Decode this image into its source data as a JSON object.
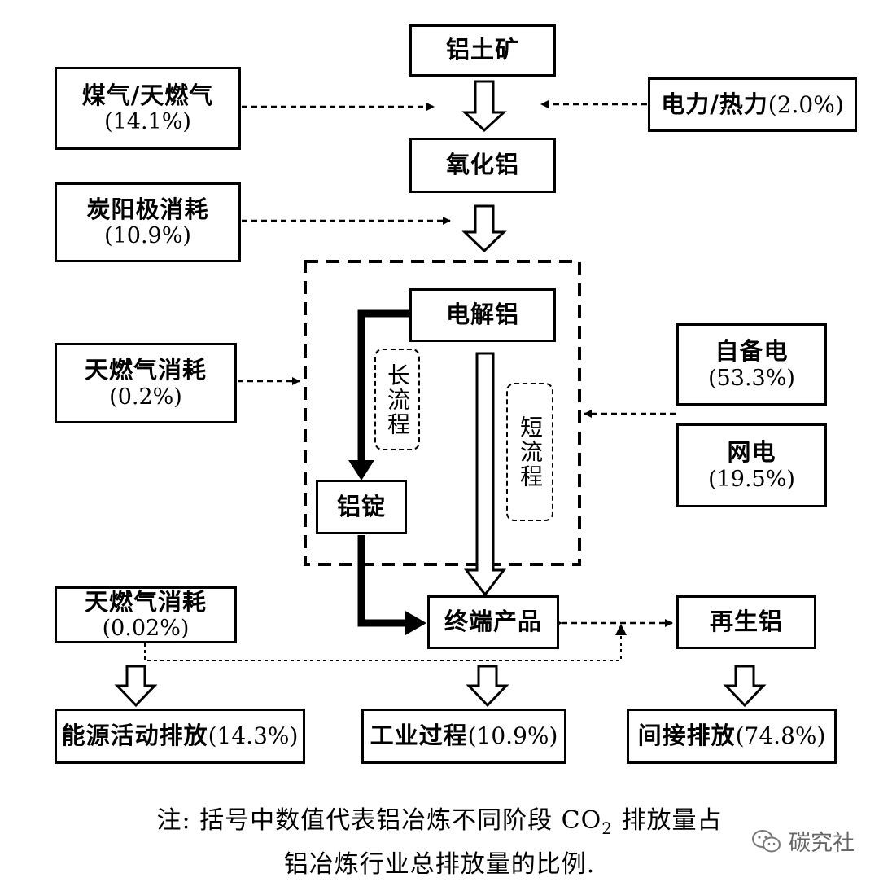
{
  "nodes": {
    "bauxite": {
      "label": "铝土矿"
    },
    "alumina": {
      "label": "氧化铝"
    },
    "electrolytic": {
      "label": "电解铝"
    },
    "ingot": {
      "label": "铝锭"
    },
    "end_product": {
      "label": "终端产品"
    },
    "recycled": {
      "label": "再生铝"
    },
    "gas": {
      "label": "煤气/天燃气",
      "pct": "(14.1%)"
    },
    "power_heat": {
      "label": "电力/热力",
      "pct": "(2.0%)"
    },
    "carbon_anode": {
      "label": "炭阳极消耗",
      "pct": "(10.9%)"
    },
    "natgas_1": {
      "label": "天燃气消耗",
      "pct": "(0.2%)"
    },
    "self_power": {
      "label": "自备电",
      "pct": "(53.3%)"
    },
    "grid_power": {
      "label": "网电",
      "pct": "(19.5%)"
    },
    "natgas_2": {
      "label": "天燃气消耗",
      "pct": "(0.02%)"
    }
  },
  "routes": {
    "long": "长流程",
    "short": "短流程"
  },
  "outputs": {
    "energy": {
      "label": "能源活动排放",
      "pct": "(14.3%)"
    },
    "industrial": {
      "label": "工业过程",
      "pct": "(10.9%)"
    },
    "indirect": {
      "label": "间接排放",
      "pct": "(74.8%)"
    }
  },
  "note": {
    "line1_before": "注: 括号中数值代表铝冶炼不同阶段 CO",
    "line1_sub": "2",
    "line1_after": " 排放量占",
    "line2": "铝冶炼行业总排放量的比例."
  },
  "watermark": {
    "text": "碳究社",
    "icon": "wechat-icon"
  }
}
